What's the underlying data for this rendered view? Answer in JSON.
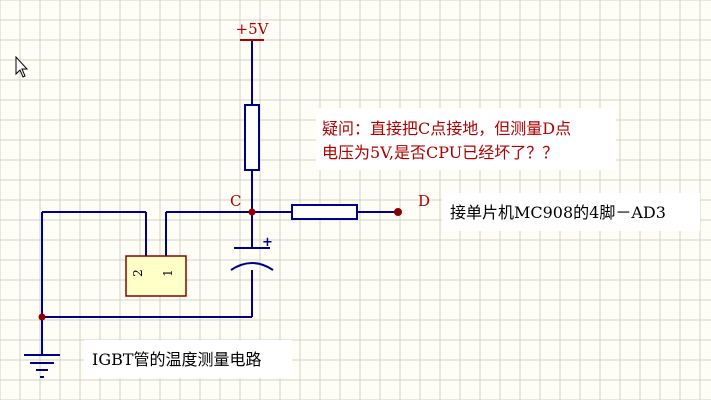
{
  "canvas": {
    "background": "#fffef6",
    "grid_color": "#d2d2c8",
    "wire_color": "#00008b",
    "label_color": "#b00000",
    "component_fill": "#ffffc8"
  },
  "cursor": {
    "icon": "arrow-cursor-icon"
  },
  "power": {
    "label": "+5V"
  },
  "nodes": {
    "c_label": "C",
    "d_label": "D"
  },
  "sensor": {
    "pin2": "2",
    "pin1": "1"
  },
  "capacitor": {
    "polarity": "+"
  },
  "notes": {
    "question_line1": "疑问：直接把C点接地，但测量D点",
    "question_line2": "电压为5V,是否CPU已经坏了？？",
    "connection": "接单片机MC908的4脚－AD3",
    "circuit_title": "IGBT管的温度测量电路"
  }
}
